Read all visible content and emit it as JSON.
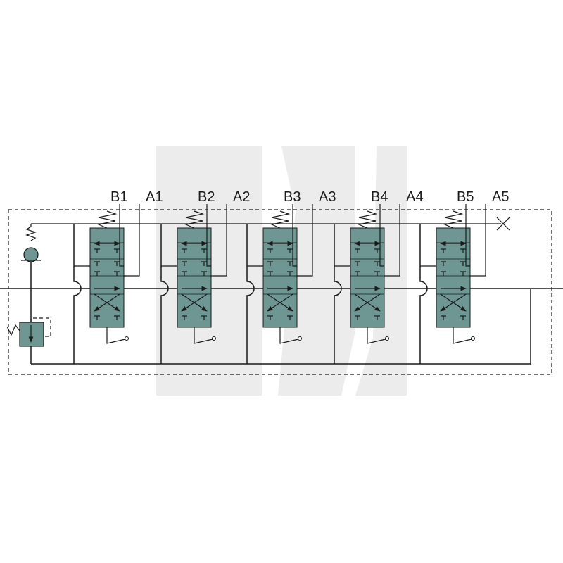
{
  "diagram": {
    "sections": [
      {
        "port_b": "B1",
        "port_a": "A1"
      },
      {
        "port_b": "B2",
        "port_a": "A2"
      },
      {
        "port_b": "B3",
        "port_a": "A3"
      },
      {
        "port_b": "B4",
        "port_a": "A4"
      },
      {
        "port_b": "B5",
        "port_a": "A5"
      }
    ],
    "colors": {
      "valve_fill": "#6e9692",
      "valve_fill_dark": "#5f8884",
      "line": "#1a1a1a",
      "watermark": "#e9e9e9"
    }
  }
}
